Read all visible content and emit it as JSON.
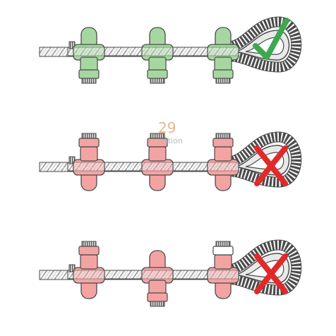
{
  "colors": {
    "correct_clip": "#a6d7a0",
    "wrong_clip": "#f4a3a3",
    "outline": "#4a4a4a",
    "rope": "#f4f4f4",
    "check": "#3ea84f",
    "cross": "#e02a2a",
    "thimble": "#e9e9e9"
  },
  "watermark": {
    "number": "29",
    "text": "ation"
  },
  "rows": [
    {
      "verdict": "correct",
      "verdict_icon": "check-mark-icon",
      "clips": [
        {
          "orientation": "saddle-up",
          "nut": "normal"
        },
        {
          "orientation": "saddle-up",
          "nut": "normal"
        },
        {
          "orientation": "saddle-up",
          "nut": "normal"
        }
      ]
    },
    {
      "verdict": "incorrect",
      "verdict_icon": "cross-mark-icon",
      "clips": [
        {
          "orientation": "saddle-down",
          "nut": "normal"
        },
        {
          "orientation": "saddle-down",
          "nut": "normal"
        },
        {
          "orientation": "saddle-down",
          "nut": "normal"
        }
      ]
    },
    {
      "verdict": "incorrect",
      "verdict_icon": "cross-mark-icon",
      "clips": [
        {
          "orientation": "saddle-down",
          "nut": "normal"
        },
        {
          "orientation": "saddle-up",
          "nut": "normal"
        },
        {
          "orientation": "saddle-down",
          "nut": "white"
        }
      ]
    }
  ]
}
